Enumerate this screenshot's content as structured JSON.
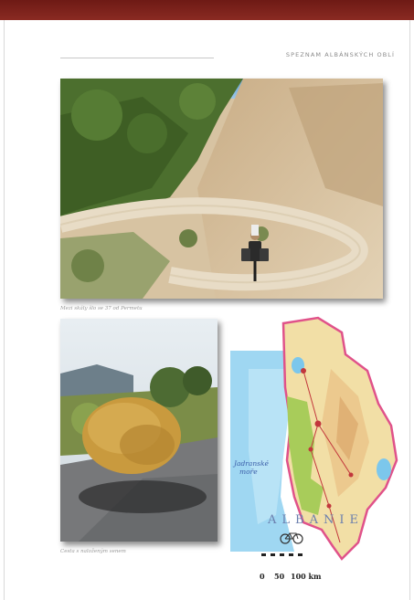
{
  "running_header": "SPEZNAM ALBÁNSKÝCH OBLÍ",
  "photos": {
    "road": {
      "caption": "Mezi skály šlo se 37 od Permetu"
    },
    "hay": {
      "caption": "Cesta s naloženým senem"
    }
  },
  "map": {
    "country_label": "ALBANIE",
    "sea_label_line1": "Jadranské",
    "sea_label_line2": "moře",
    "scale": [
      "0",
      "50",
      "100 km"
    ],
    "colors": {
      "sea": "#9fd7f2",
      "land": "#f2dfa6",
      "lowland": "#a8cc5a",
      "border": "#e0528a"
    }
  }
}
